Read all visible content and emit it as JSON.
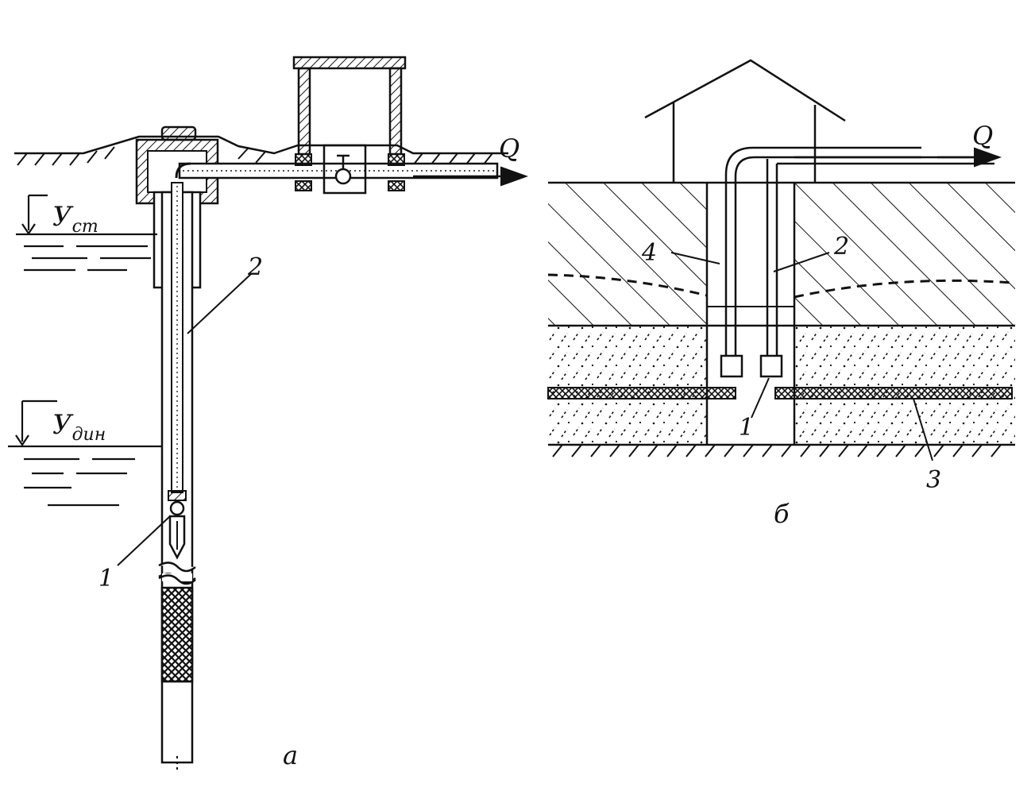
{
  "labels": {
    "a_level_static_main": "У",
    "a_level_static_sub": "ст",
    "a_level_dynamic_main": "У",
    "a_level_dynamic_sub": "дин",
    "a_flow": "Q",
    "a_num_1": "1",
    "a_num_2": "2",
    "a_caption": "а",
    "b_flow": "Q",
    "b_num_1": "1",
    "b_num_2": "2",
    "b_num_3": "3",
    "b_num_4": "4",
    "b_caption": "б"
  },
  "colors": {
    "ink": "#111111",
    "paper": "#ffffff"
  }
}
